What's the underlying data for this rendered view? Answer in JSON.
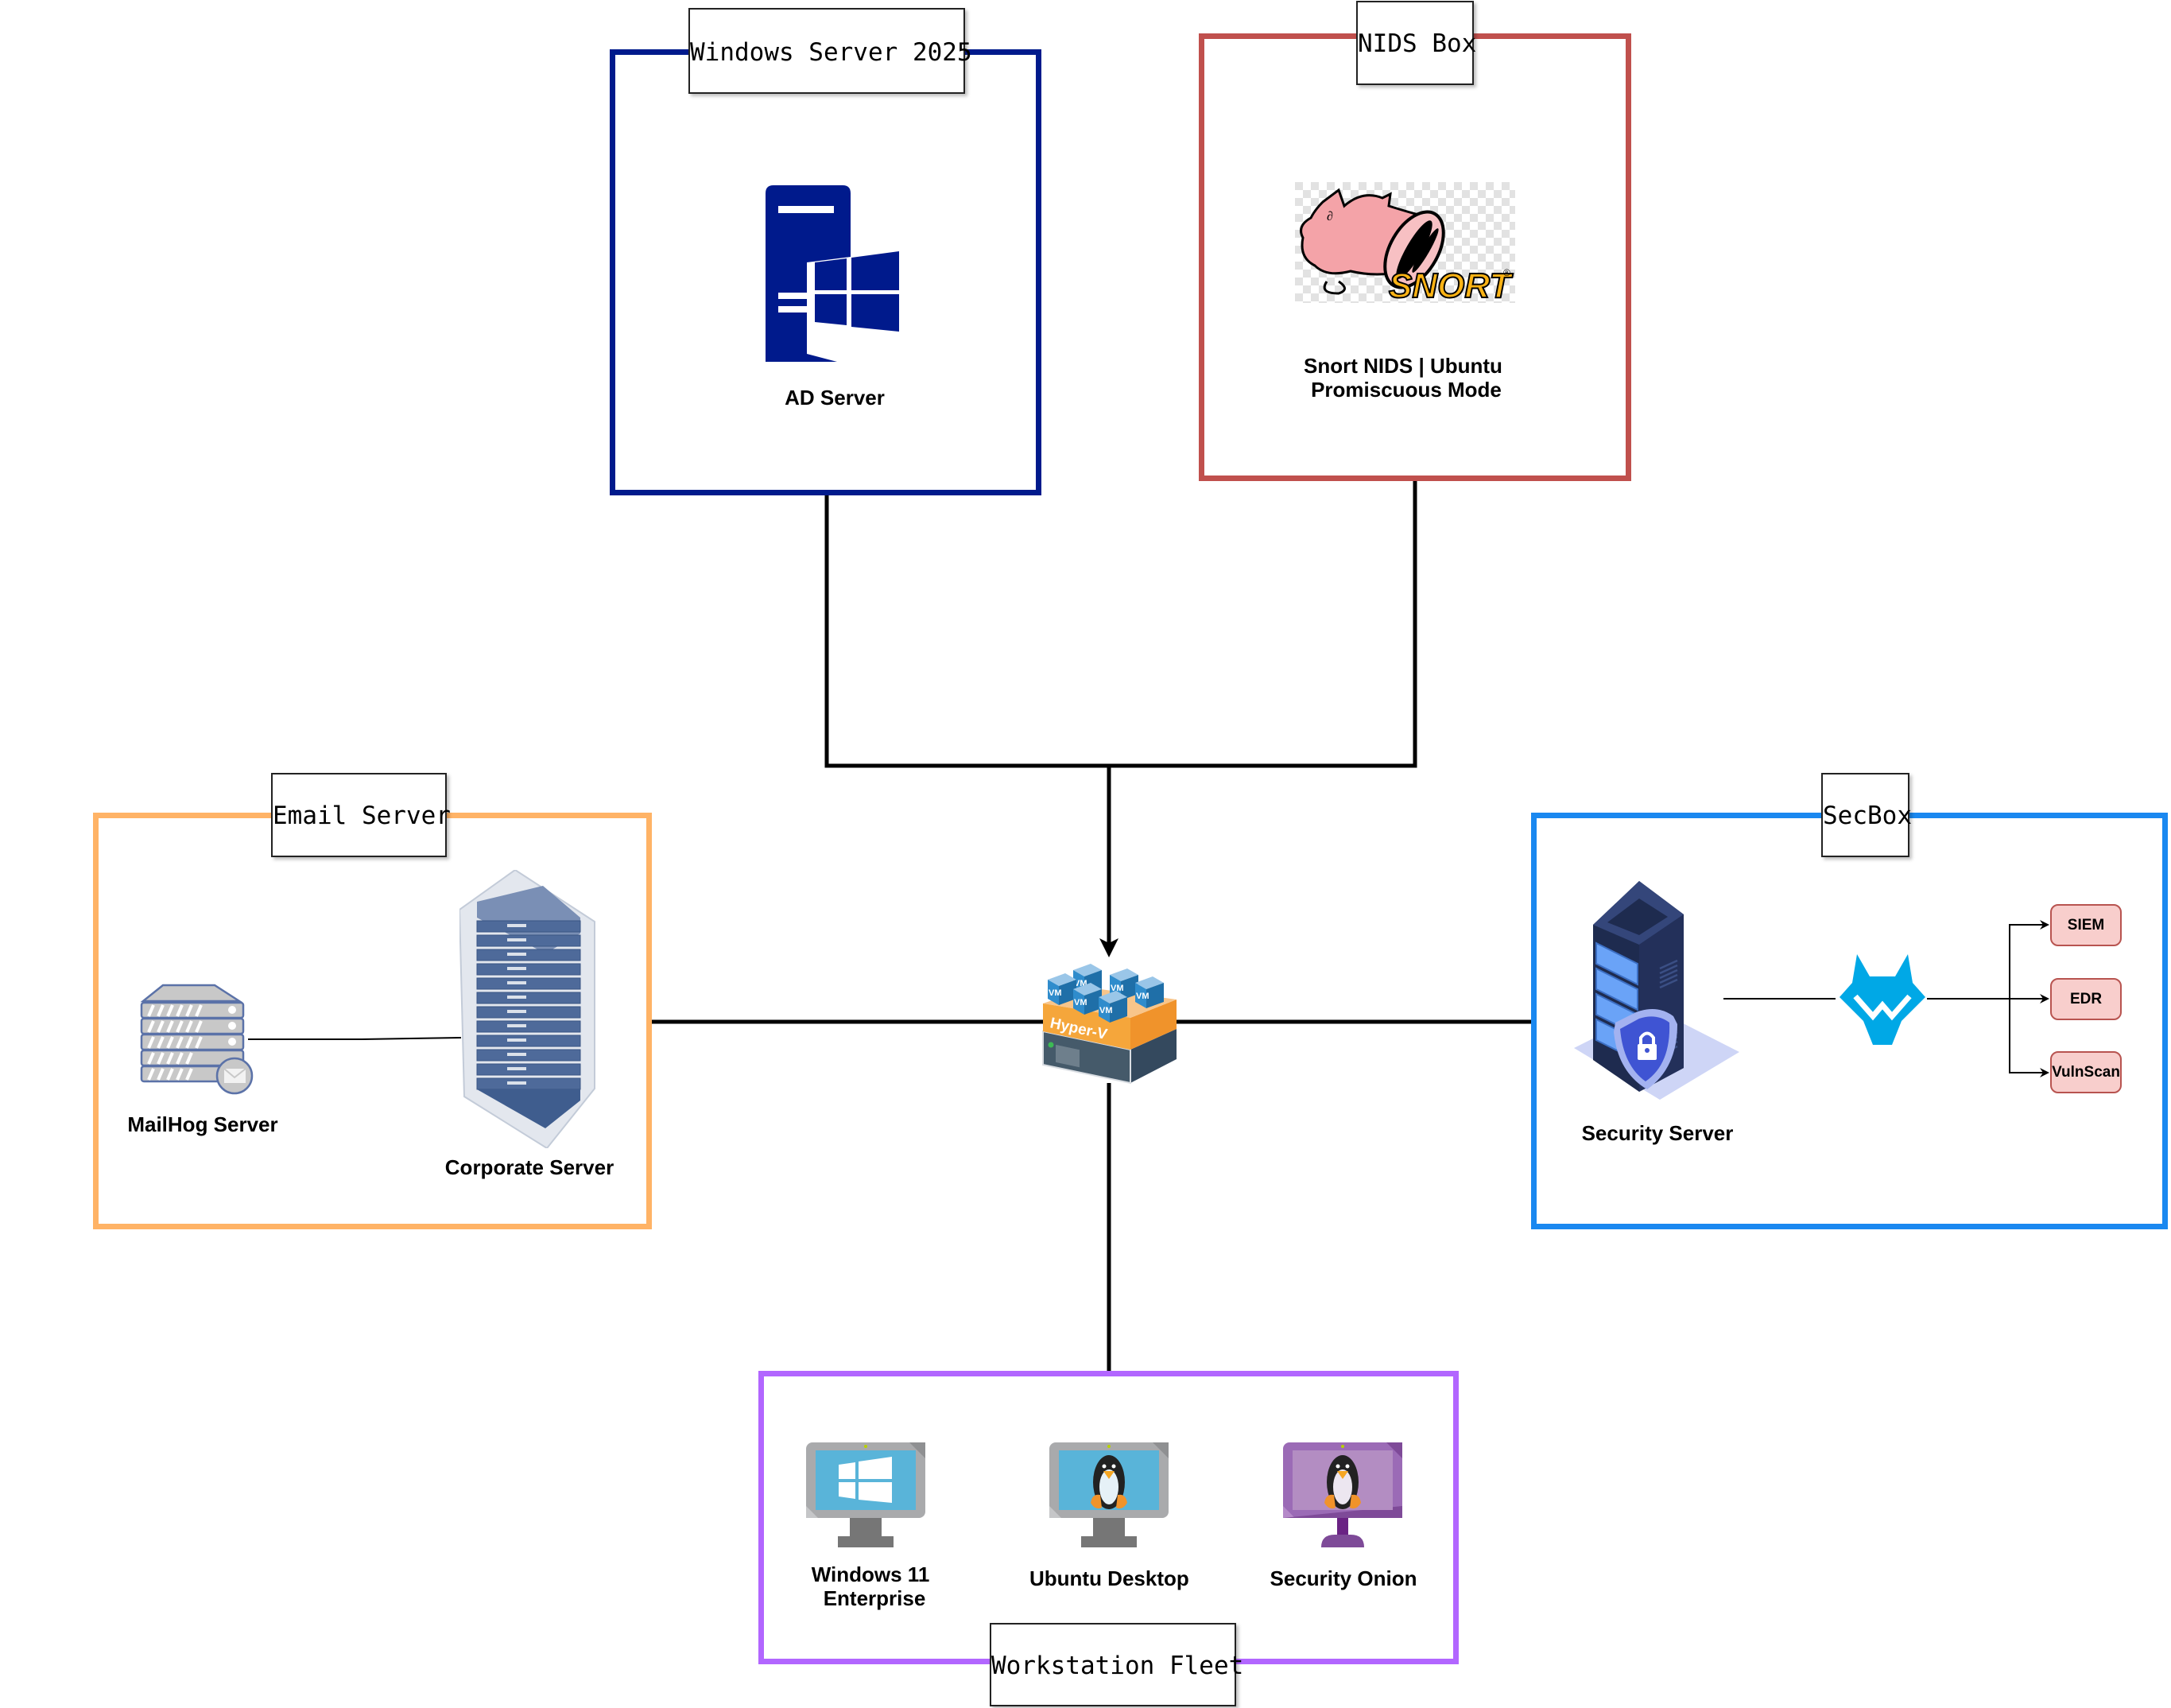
{
  "diagram": {
    "colors": {
      "windows_border": "#001a8c",
      "nids_border": "#c0504d",
      "email_border": "#ffb366",
      "secbox_border": "#1a88f0",
      "workstation_border": "#b266ff",
      "service_fill": "#f8cecc",
      "service_border": "#b85450",
      "connector": "#000000"
    },
    "groups": {
      "windows_server": {
        "title": "Windows Server 2025",
        "nodes": [
          {
            "label": "AD Server",
            "icon": "windows-server-icon"
          }
        ]
      },
      "nids_box": {
        "title": "NIDS Box",
        "nodes": [
          {
            "label_line1": "Snort NIDS | Ubuntu",
            "label_line2": "Promiscuous Mode",
            "icon": "snort-logo-icon",
            "logo_text": "SNORT"
          }
        ]
      },
      "email_server": {
        "title": "Email Server",
        "nodes": [
          {
            "label": "MailHog Server",
            "icon": "mail-server-icon"
          },
          {
            "label": "Corporate Server",
            "icon": "server-rack-icon"
          }
        ]
      },
      "secbox": {
        "title": "SecBox",
        "nodes": [
          {
            "label": "Security Server",
            "icon": "secure-server-icon"
          },
          {
            "label": "",
            "icon": "wazuh-wolf-icon"
          }
        ],
        "services": [
          "SIEM",
          "EDR",
          "VulnScan"
        ]
      },
      "workstation_fleet": {
        "title": "Workstation Fleet",
        "nodes": [
          {
            "label_line1": "Windows 11",
            "label_line2": "Enterprise",
            "icon": "windows-desktop-icon"
          },
          {
            "label": "Ubuntu Desktop",
            "icon": "linux-desktop-icon"
          },
          {
            "label": "Security Onion",
            "icon": "security-onion-desktop-icon"
          }
        ]
      }
    },
    "hub": {
      "label": "Hyper-V",
      "vm_label": "VM",
      "icon": "hyper-v-host-icon"
    }
  }
}
